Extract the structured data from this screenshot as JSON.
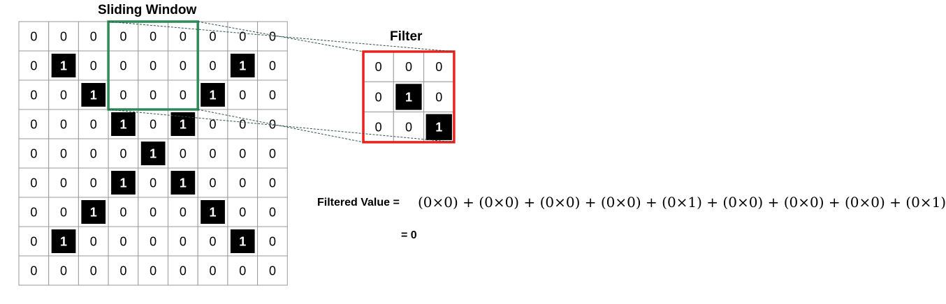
{
  "sliding_window": {
    "title": "Sliding Window",
    "grid": [
      [
        0,
        0,
        0,
        0,
        0,
        0,
        0,
        0,
        0
      ],
      [
        0,
        1,
        0,
        0,
        0,
        0,
        0,
        1,
        0
      ],
      [
        0,
        0,
        1,
        0,
        0,
        0,
        1,
        0,
        0
      ],
      [
        0,
        0,
        0,
        1,
        0,
        1,
        0,
        0,
        0
      ],
      [
        0,
        0,
        0,
        0,
        1,
        0,
        0,
        0,
        0
      ],
      [
        0,
        0,
        0,
        1,
        0,
        1,
        0,
        0,
        0
      ],
      [
        0,
        0,
        1,
        0,
        0,
        0,
        1,
        0,
        0
      ],
      [
        0,
        1,
        0,
        0,
        0,
        0,
        0,
        1,
        0
      ],
      [
        0,
        0,
        0,
        0,
        0,
        0,
        0,
        0,
        0
      ]
    ],
    "window_rows": [
      0,
      2
    ],
    "window_cols": [
      3,
      5
    ],
    "window_color": "#2e8b57"
  },
  "filter": {
    "title": "Filter",
    "grid": [
      [
        0,
        0,
        0
      ],
      [
        0,
        1,
        0
      ],
      [
        0,
        0,
        1
      ]
    ],
    "border_color": "#e8231f"
  },
  "calculation": {
    "label": "Filtered Value =",
    "equation": "(0×0) + (0×0) + (0×0) + (0×0) + (0×1) + (0×0) + (0×0) + (0×0) + (0×1)",
    "result": "= 0"
  },
  "colors": {
    "cell_on": "#000000",
    "cell_off": "#ffffff",
    "text_on": "#ffffff",
    "text_off": "#000000",
    "grid_line": "#9a9a9a",
    "connector": "#2f4f4f"
  }
}
